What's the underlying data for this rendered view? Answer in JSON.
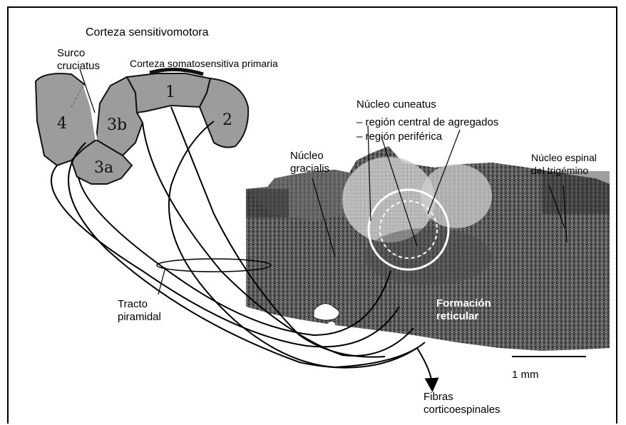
{
  "title": "Corteza sensitivomotora",
  "labels": {
    "surco": "Surco cruciatus",
    "primary_cortex": "Corteza somatosensitiva primaria",
    "cuneatus": "Núcleo cuneatus",
    "cuneatus_central": "– región central de agregados",
    "cuneatus_peripheral": "– región periférica",
    "gracilis": "Núcleo gracialis",
    "trigeminal": "Núcleo espinal del trigémino",
    "pyramidal": "Tracto piramidal",
    "reticular": "Formación reticular",
    "scale": "1 mm",
    "fibers": "Fibras corticoespinales"
  },
  "areas": [
    "4",
    "3b",
    "1",
    "2",
    "3a"
  ],
  "colors": {
    "cortex_fill": "#9c9c9c",
    "section_dark": "#3a3a3a",
    "section_light": "#d8d8d8",
    "line": "#000000",
    "highlight_circle": "#ffffff"
  }
}
